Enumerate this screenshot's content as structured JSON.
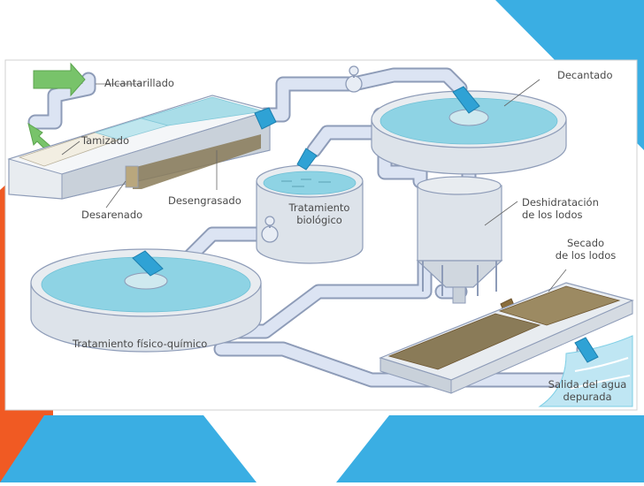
{
  "colors": {
    "accent_blue": "#3aaee3",
    "accent_orange": "#f05a23",
    "water": "#7ecfe6",
    "pipe": "#d6dff0",
    "pipe_edge": "#8e9cb8",
    "tank": "#dde3ea",
    "sludge": "#8a6d3b"
  },
  "labels": {
    "alcantarillado": "Alcantarillado",
    "tamizado": "Tamizado",
    "desarenado": "Desarenado",
    "desengrasado": "Desengrasado",
    "tratamiento_biologico_1": "Tratamiento",
    "tratamiento_biologico_2": "biológico",
    "decantado": "Decantado",
    "deshidratacion_1": "Deshidratación",
    "deshidratacion_2": "de los lodos",
    "secado_1": "Secado",
    "secado_2": "de los lodos",
    "fisico_quimico": "Tratamiento físico-químico",
    "salida_1": "Salida del agua",
    "salida_2": "depurada"
  }
}
